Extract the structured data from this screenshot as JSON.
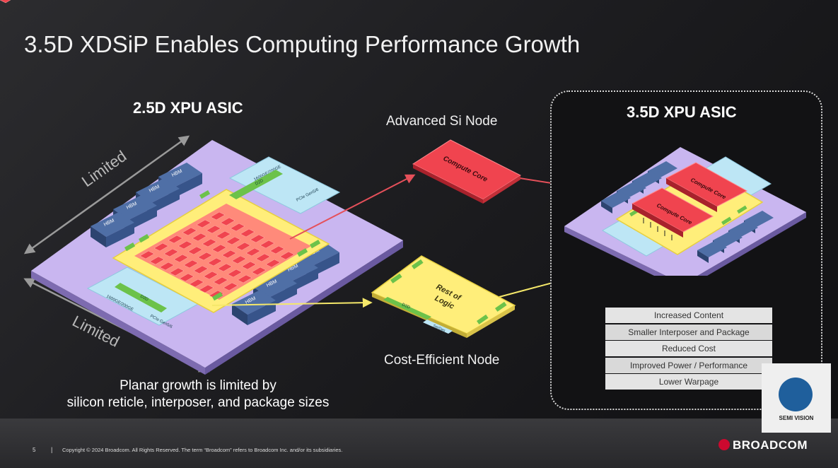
{
  "title": "3.5D XDSiP Enables Computing Performance Growth",
  "left": {
    "heading": "2.5D XPU ASIC",
    "limited_top": "Limited",
    "limited_bottom": "Limited",
    "caption_line1": "Planar growth is limited by",
    "caption_line2": "silicon reticle, interposer, and package sizes",
    "hbm_label": "HBM",
    "d2d_label": "D2D",
    "io_label_1": "1600GE/200GE",
    "io_label_2": "PCIe Gen5/6",
    "small_label": "HBM"
  },
  "middle": {
    "top_label": "Advanced Si Node",
    "compute_die_label": "Compute Core",
    "bottom_label": "Cost-Efficient Node",
    "logic_die_line1": "Rest of",
    "logic_die_line2": "Logic",
    "d2d_label": "D2D",
    "serdes_label": "SerDes"
  },
  "right": {
    "heading": "3.5D XPU ASIC",
    "compute_core_label": "Compute Core",
    "benefits": [
      "Increased Content",
      "Smaller Interposer and Package",
      "Reduced Cost",
      "Improved Power / Performance",
      "Lower Warpage"
    ]
  },
  "footer": {
    "page_number": "5",
    "separator": "|",
    "copyright": "Copyright © 2024 Broadcom.  All Rights Reserved. The term “Broadcom” refers to Broadcom Inc. and/or its subsidiaries.",
    "brand": "BROADCOM"
  },
  "watermark": {
    "text": "SEMI VISION"
  },
  "colors": {
    "interposer": "#c9b6f0",
    "hbm": "#3d5a8c",
    "logic_die": "#ffee7a",
    "compute_red": "#f0444f",
    "io_blue": "#bde6f5",
    "green_block": "#6cc24a",
    "arrow_red": "#e5505a",
    "arrow_yellow": "#f5e86a",
    "brand_red": "#cc092f"
  }
}
